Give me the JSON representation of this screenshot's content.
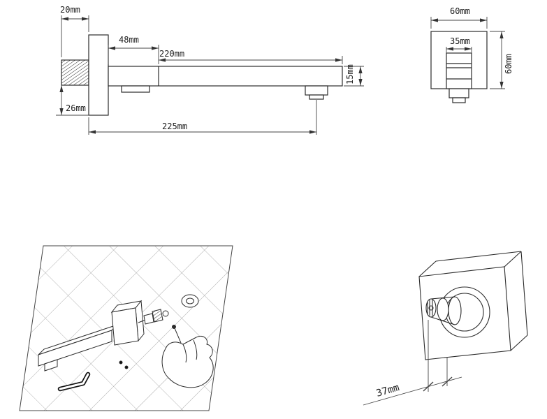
{
  "page": {
    "background": "#ffffff",
    "line_color": "#2b2b2b",
    "dimension_line_color": "#444444"
  },
  "side_view": {
    "thread_length": "20mm",
    "flange_width": "48mm",
    "spout_length": "220mm",
    "spout_height": "15mm",
    "drop_height": "26mm",
    "total_length": "225mm"
  },
  "front_view": {
    "outer_width": "60mm",
    "inner_width": "35mm",
    "outer_height": "60mm"
  },
  "wall_view": {
    "protrusion": "37mm"
  }
}
